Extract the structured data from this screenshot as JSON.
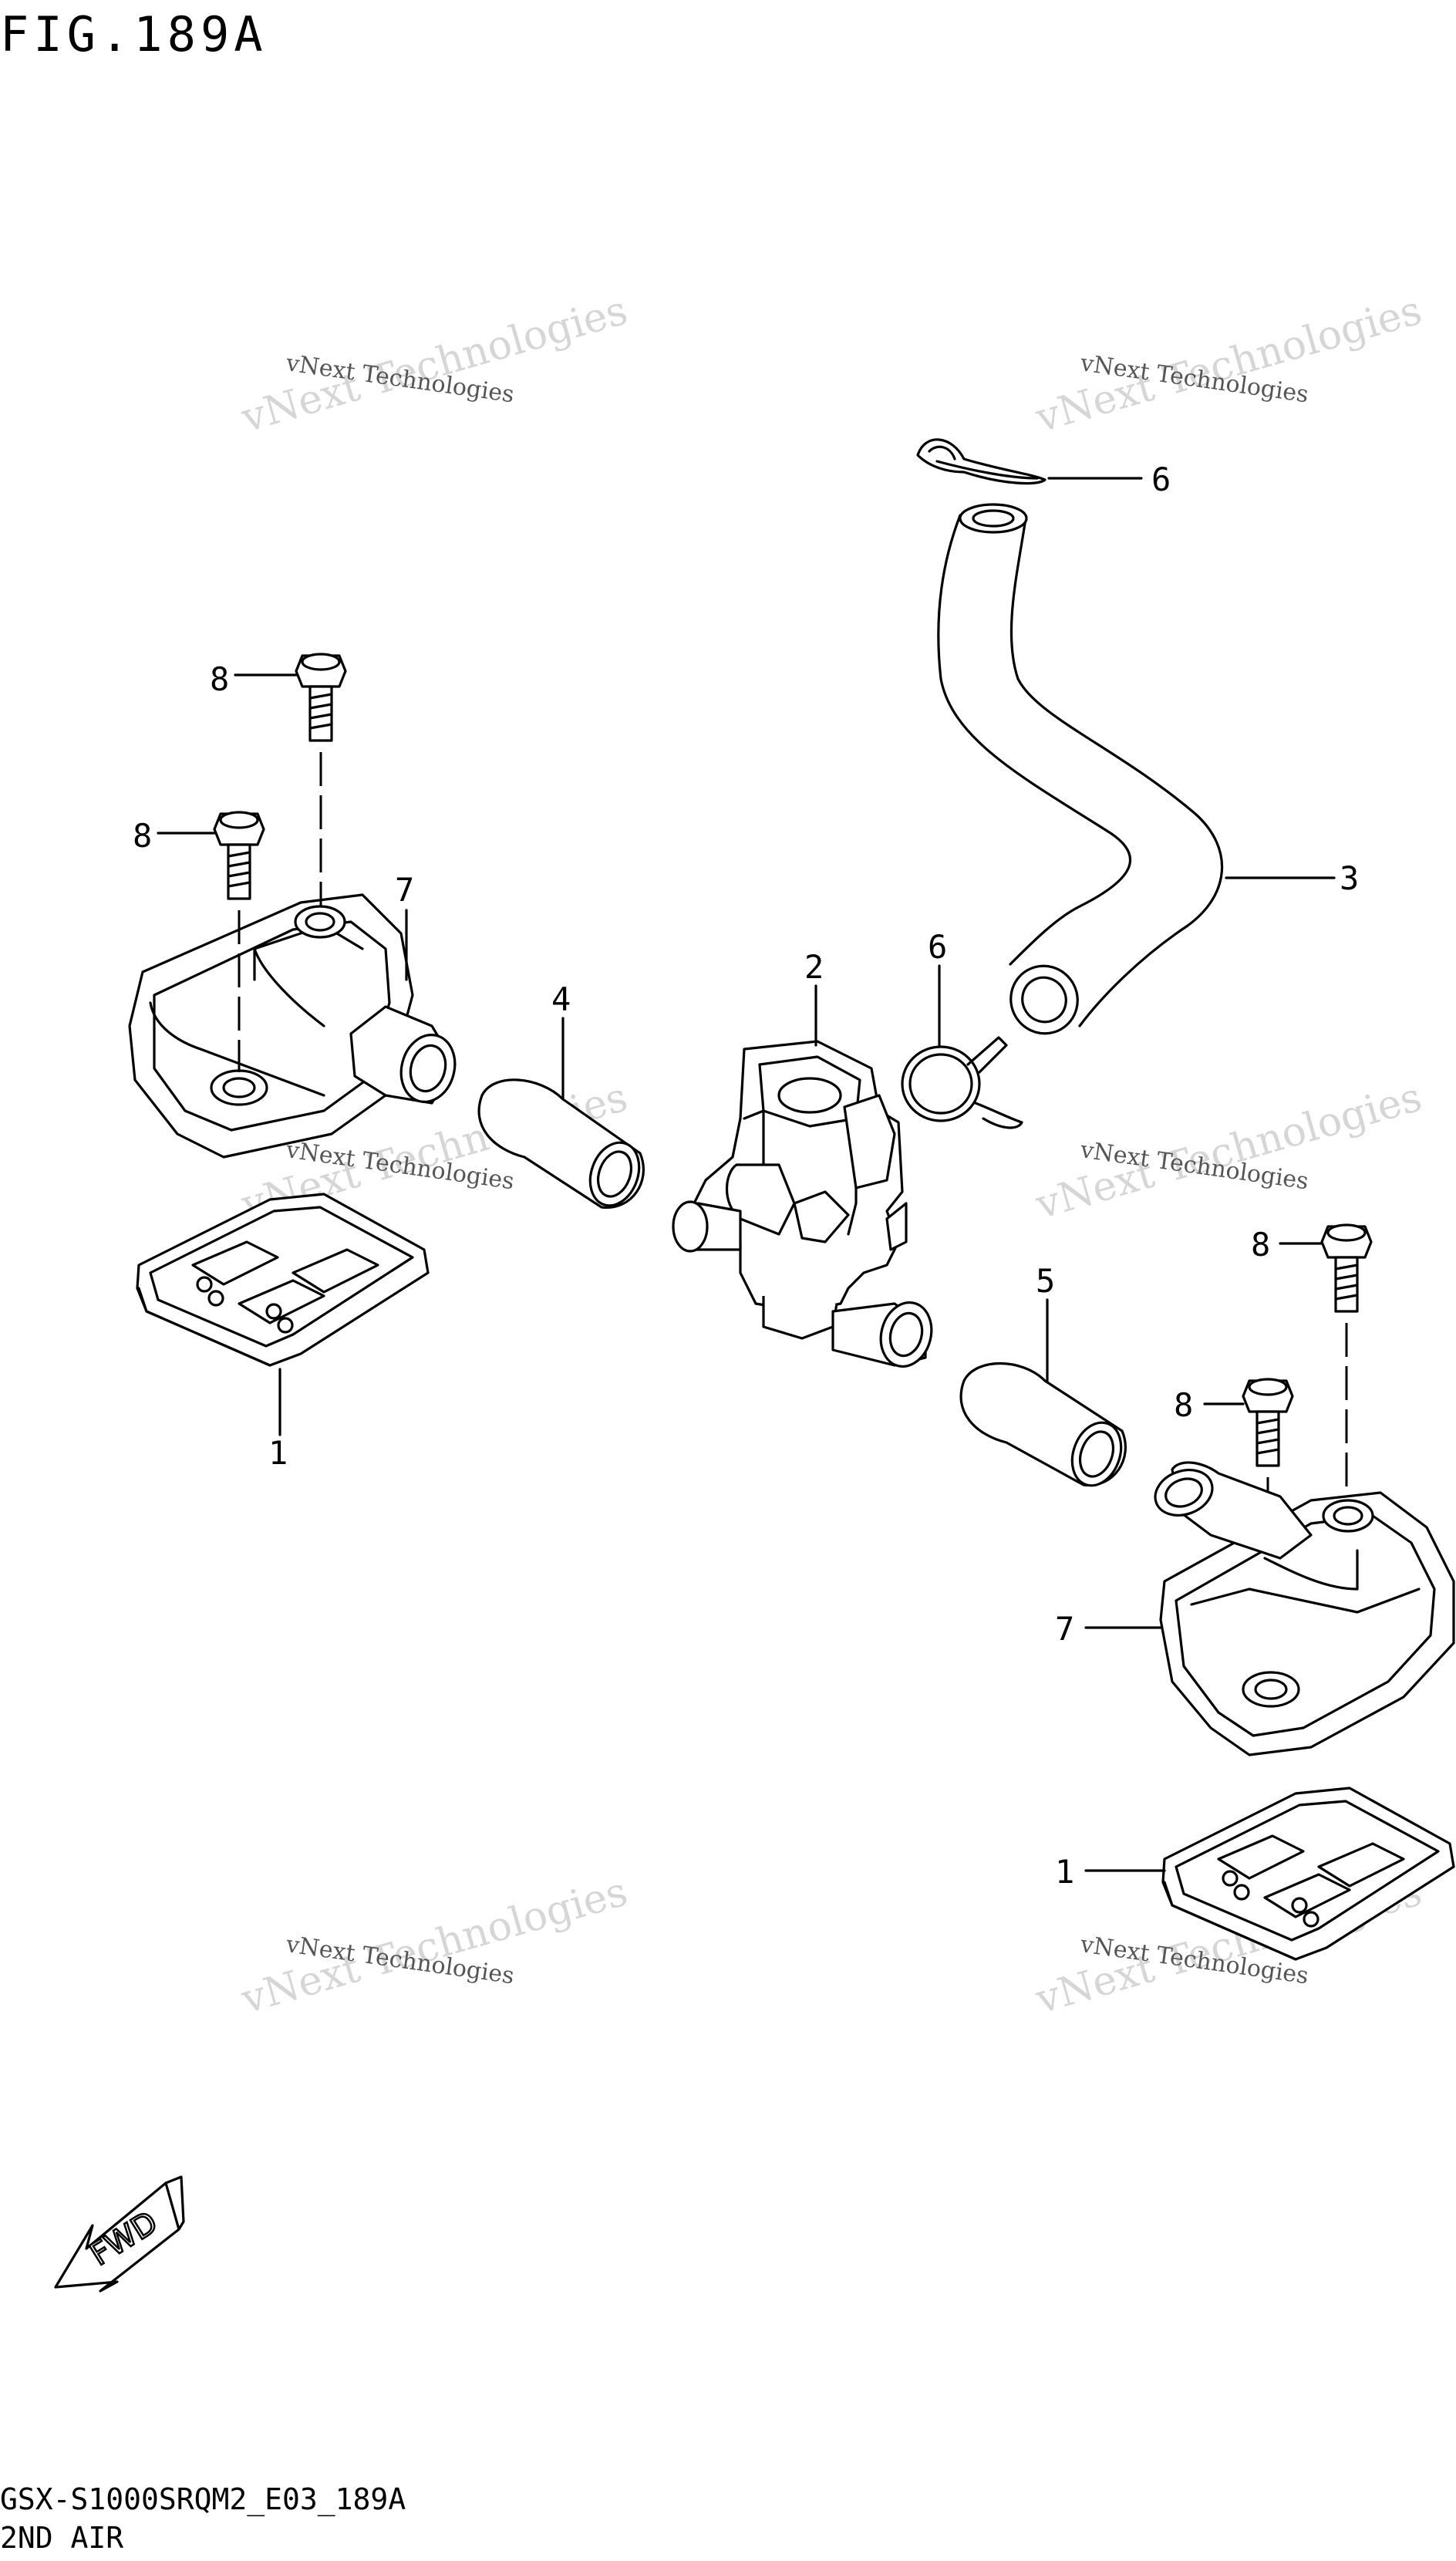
{
  "figure": {
    "title": "FIG.189A"
  },
  "footer": {
    "code": "GSX-S1000SRQM2_E03_189A",
    "name": "2ND AIR"
  },
  "watermark": {
    "text": "vNext Technologies"
  },
  "fwd": {
    "label": "FWD"
  },
  "callouts": [
    {
      "id": "c6a",
      "label": "6"
    },
    {
      "id": "c3",
      "label": "3"
    },
    {
      "id": "c8a",
      "label": "8"
    },
    {
      "id": "c8b",
      "label": "8"
    },
    {
      "id": "c7a",
      "label": "7"
    },
    {
      "id": "c2",
      "label": "2"
    },
    {
      "id": "c6b",
      "label": "6"
    },
    {
      "id": "c4",
      "label": "4"
    },
    {
      "id": "c1a",
      "label": "1"
    },
    {
      "id": "c5",
      "label": "5"
    },
    {
      "id": "c8c",
      "label": "8"
    },
    {
      "id": "c8d",
      "label": "8"
    },
    {
      "id": "c7b",
      "label": "7"
    },
    {
      "id": "c1b",
      "label": "1"
    }
  ]
}
